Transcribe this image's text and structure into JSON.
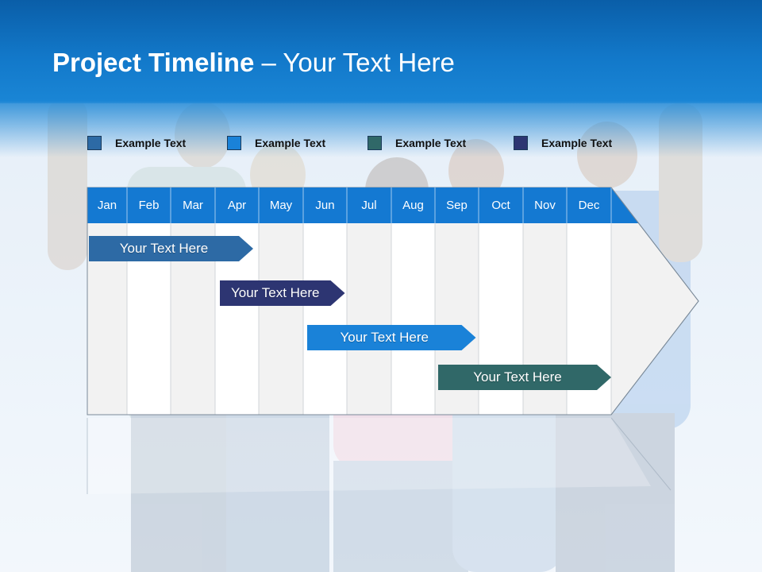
{
  "slide": {
    "title_bold": "Project Timeline",
    "title_rest": " – Your Text Here"
  },
  "legend": [
    {
      "label": "Example Text",
      "color": "#2d6aa5"
    },
    {
      "label": "Example Text",
      "color": "#1a82d8"
    },
    {
      "label": "Example Text",
      "color": "#306868"
    },
    {
      "label": "Example Text",
      "color": "#2d3572"
    }
  ],
  "timeline": {
    "months": [
      "Jan",
      "Feb",
      "Mar",
      "Apr",
      "May",
      "Jun",
      "Jul",
      "Aug",
      "Sep",
      "Oct",
      "Nov",
      "Dec"
    ],
    "header_color": "#1479d2",
    "tasks": [
      {
        "label": "Your  Text Here",
        "color": "#2d6aa5",
        "start_month": 0,
        "end_month": 3.8
      },
      {
        "label": "Your  Text Here",
        "color": "#2d3572",
        "start_month": 3.0,
        "end_month": 5.9
      },
      {
        "label": "Your  Text Here",
        "color": "#1a82d8",
        "start_month": 5.0,
        "end_month": 8.9
      },
      {
        "label": "Your  Text Here",
        "color": "#306868",
        "start_month": 8.0,
        "end_month": 12.0
      }
    ]
  }
}
